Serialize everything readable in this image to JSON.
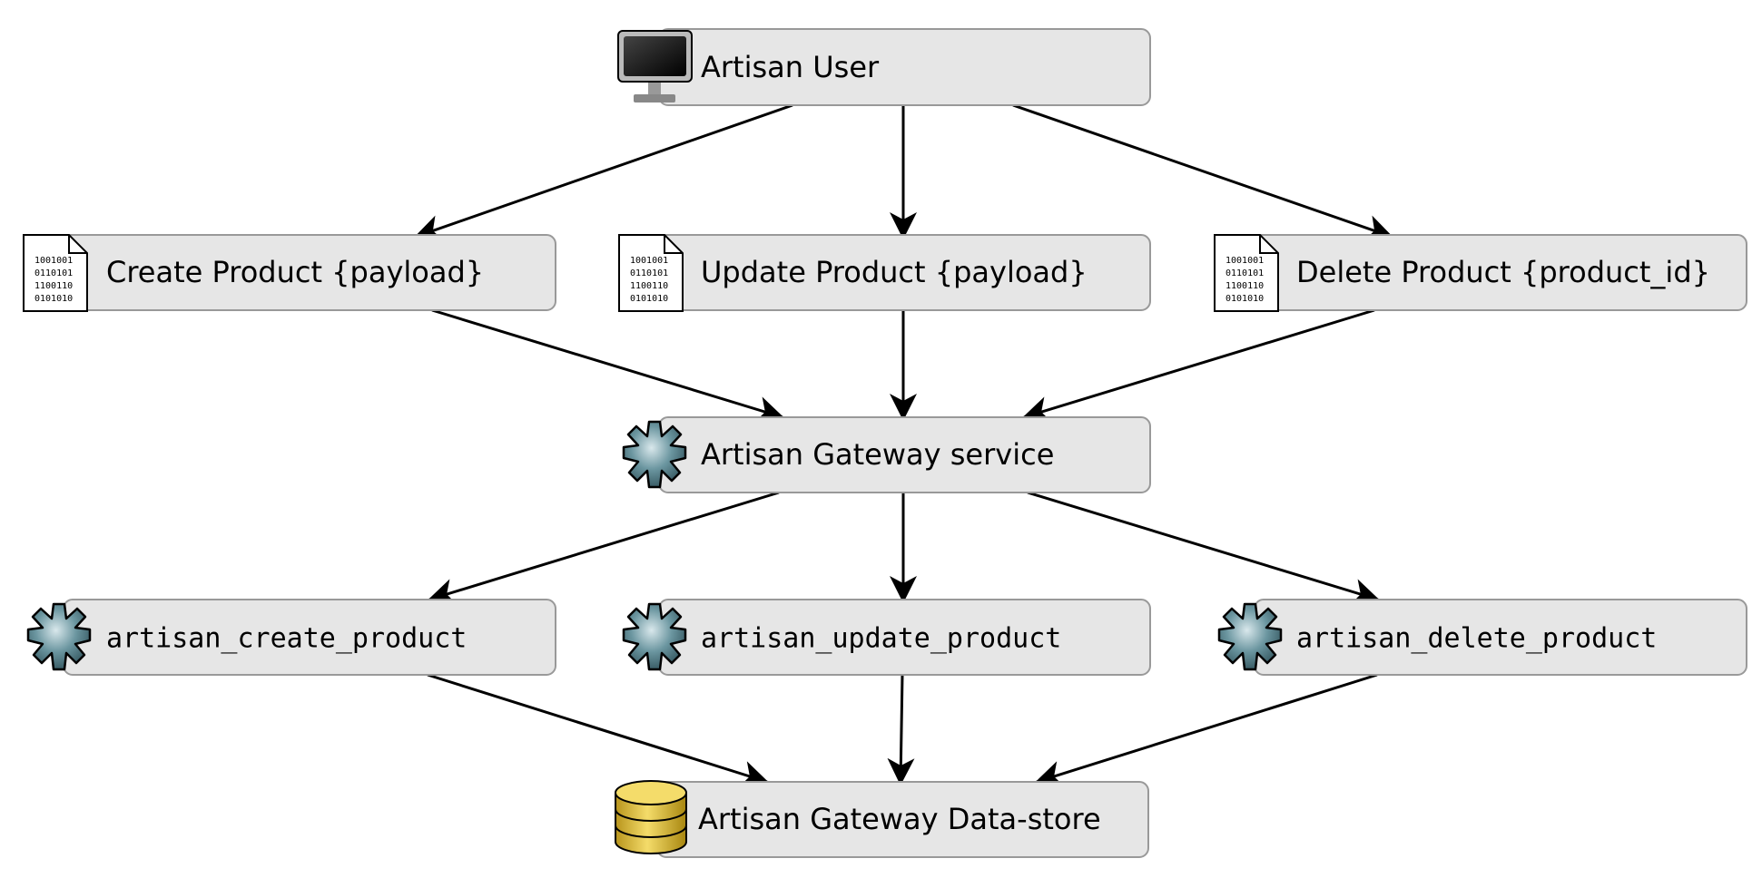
{
  "colors": {
    "node_fill": "#e6e6e6",
    "node_stroke": "#999999",
    "edge": "#000000",
    "service_icon": "#6b96a0",
    "datastore_icon": "#e3c443"
  },
  "nodes": {
    "artisan_user": {
      "label": "Artisan User",
      "icon": "monitor-icon"
    },
    "create_product": {
      "label": "Create Product {payload}",
      "icon": "document-icon",
      "icon_text": [
        "1001001",
        "0110101",
        "1100110",
        "0101010"
      ]
    },
    "update_product": {
      "label": "Update Product {payload}",
      "icon": "document-icon",
      "icon_text": [
        "1001001",
        "0110101",
        "1100110",
        "0101010"
      ]
    },
    "delete_product": {
      "label": "Delete Product {product_id}",
      "icon": "document-icon",
      "icon_text": [
        "1001001",
        "0110101",
        "1100110",
        "0101010"
      ]
    },
    "gateway_service": {
      "label": "Artisan Gateway service",
      "icon": "service-gear-icon"
    },
    "artisan_create_product": {
      "label": "artisan_create_product",
      "icon": "service-gear-icon"
    },
    "artisan_update_product": {
      "label": "artisan_update_product",
      "icon": "service-gear-icon"
    },
    "artisan_delete_product": {
      "label": "artisan_delete_product",
      "icon": "service-gear-icon"
    },
    "datastore": {
      "label": "Artisan Gateway Data-store",
      "icon": "database-icon"
    }
  },
  "edges": [
    [
      "artisan_user",
      "create_product"
    ],
    [
      "artisan_user",
      "update_product"
    ],
    [
      "artisan_user",
      "delete_product"
    ],
    [
      "create_product",
      "gateway_service"
    ],
    [
      "update_product",
      "gateway_service"
    ],
    [
      "delete_product",
      "gateway_service"
    ],
    [
      "gateway_service",
      "artisan_create_product"
    ],
    [
      "gateway_service",
      "artisan_update_product"
    ],
    [
      "gateway_service",
      "artisan_delete_product"
    ],
    [
      "artisan_create_product",
      "datastore"
    ],
    [
      "artisan_update_product",
      "datastore"
    ],
    [
      "artisan_delete_product",
      "datastore"
    ]
  ]
}
